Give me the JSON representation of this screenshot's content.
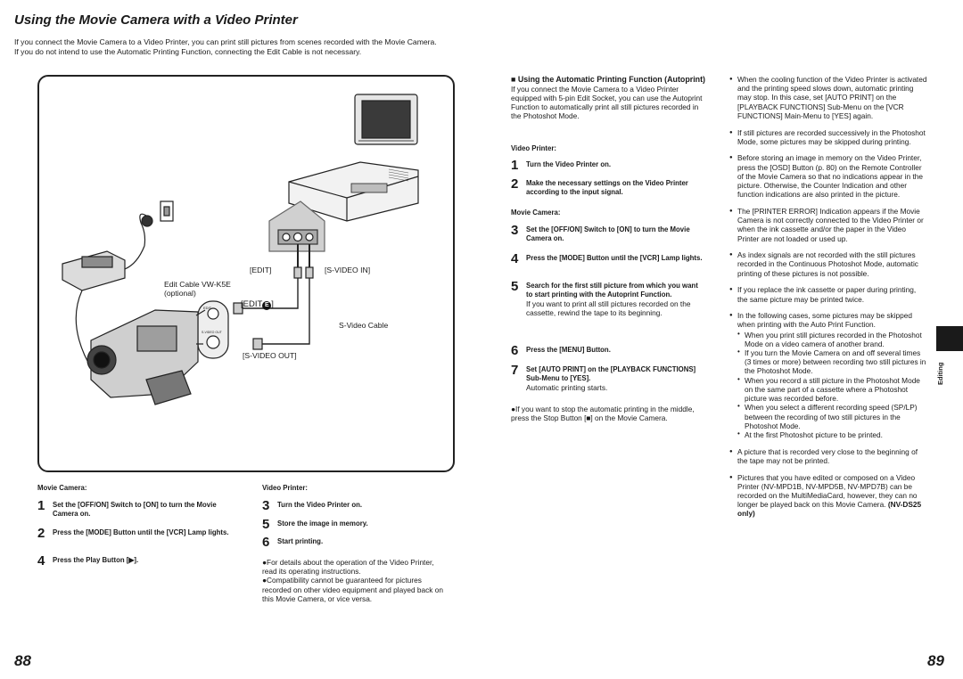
{
  "page": {
    "title": "Using the Movie Camera with a Video Printer",
    "intro": [
      "If you connect the Movie Camera to a Video Printer, you can print still pictures from scenes recorded with the Movie Camera.",
      "If you do not intend to use the Automatic Printing Function, connecting the Edit Cable is not necessary."
    ],
    "page_left": "88",
    "page_right": "89",
    "tab_label": "Editing"
  },
  "diagram": {
    "edit": "[EDIT]",
    "svideo_in": "[S-VIDEO IN]",
    "edit_cable": "Edit Cable VW-K5E",
    "optional": "(optional)",
    "edit_e_text": "[EDIT",
    "edit_e_badge": "E",
    "edit_e_close": "]",
    "svideo_cable": "S-Video Cable",
    "svideo_out": "[S-VIDEO OUT]",
    "jack_edit": "EDIT",
    "jack_svideo": "S-VIDEO OUT"
  },
  "left_steps": {
    "movie_camera_head": "Movie Camera:",
    "camera_steps": [
      {
        "num": "1",
        "text": "Set the [OFF/ON] Switch to [ON] to turn the Movie Camera on."
      },
      {
        "num": "2",
        "text": "Press the [MODE] Button until the [VCR] Lamp lights."
      },
      {
        "num": "4",
        "text": "Press the Play Button [▶]."
      }
    ],
    "video_printer_head": "Video Printer:",
    "printer_steps": [
      {
        "num": "3",
        "text": "Turn the Video Printer on."
      },
      {
        "num": "5",
        "text": "Store the image in memory."
      },
      {
        "num": "6",
        "text": "Start printing."
      }
    ],
    "notes": [
      "●For details about the operation of the Video Printer, read its operating instructions.",
      "●Compatibility cannot be guaranteed for pictures recorded on other video equipment and played back on this Movie Camera, or vice versa."
    ]
  },
  "autoprint": {
    "section_title": "■ Using the Automatic Printing Function (Autoprint)",
    "intro": "If you connect the Movie Camera to a Video Printer equipped with 5-pin Edit Socket, you can use the Autoprint Function to automatically print all still pictures recorded in the Photoshot Mode.",
    "video_printer_head": "Video Printer:",
    "movie_camera_head": "Movie Camera:",
    "steps": [
      {
        "num": "1",
        "text": "Turn the Video Printer on."
      },
      {
        "num": "2",
        "text": "Make the necessary settings on the Video Printer according to the input signal."
      },
      {
        "num": "3",
        "text": "Set the [OFF/ON] Switch to [ON] to turn the Movie Camera on."
      },
      {
        "num": "4",
        "text": "Press the [MODE] Button until the [VCR] Lamp lights."
      },
      {
        "num": "5",
        "text": "Search for the first still picture from which you want to start printing with the Autoprint Function."
      },
      {
        "num": "6",
        "text": "Press the [MENU] Button."
      },
      {
        "num": "7",
        "text": "Set [AUTO PRINT] on the [PLAYBACK FUNCTIONS] Sub-Menu to [YES]."
      }
    ],
    "step5_note": "If you want to print all still pictures recorded on the cassette, rewind the tape to its beginning.",
    "step7_note": "Automatic printing starts.",
    "stop_note": "●If you want to stop the automatic printing in the middle, press the Stop Button [■] on the Movie Camera."
  },
  "notes_right": {
    "b1": "When the cooling function of the Video Printer is activated and the printing speed slows down, automatic printing may stop. In this case, set [AUTO PRINT] on the [PLAYBACK FUNCTIONS] Sub-Menu on the [VCR FUNCTIONS] Main-Menu to [YES] again.",
    "b2": "If still pictures are recorded successively in the Photoshot Mode, some pictures may be skipped during printing.",
    "b3": "Before storing an image in memory on the Video Printer, press the [OSD] Button (p. 80) on the Remote Controller of the Movie Camera so that no indications appear in the picture. Otherwise, the Counter Indication and other function indications are also printed in the picture.",
    "b4": "The [PRINTER ERROR] Indication appears if the Movie Camera is not correctly connected to the Video Printer or when the ink cassette and/or the paper in the Video Printer are not loaded or used up.",
    "b5": "As index signals are not recorded with the still pictures recorded in the Continuous Photoshot Mode, automatic printing of these pictures is not possible.",
    "b6": "If you replace the ink cassette or paper during printing, the same picture may be printed twice.",
    "b7": "In the following cases, some pictures may be skipped when printing with the Auto Print Function.",
    "subs": [
      "When you print still pictures recorded in the Photoshot Mode on a video camera of another brand.",
      "If you turn the Movie Camera on and off several times (3 times or more) between recording two still pictures in the Photoshot Mode.",
      "When you record a still picture in the Photoshot Mode on the same part of a cassette where a Photoshot picture was recorded before.",
      "When you select a different recording speed (SP/LP) between the recording of two still pictures in the Photoshot Mode.",
      "At the first Photoshot picture to be printed."
    ],
    "b8": "A picture that is recorded very close to the beginning of the tape may not be printed.",
    "b9": "Pictures that you have edited or composed on a Video Printer (NV-MPD1B, NV-MPD5B, NV-MPD7B) can be recorded on the MultiMediaCard, however, they can no longer be played back on this Movie Camera.",
    "b9_bold": "(NV-DS25 only)"
  }
}
